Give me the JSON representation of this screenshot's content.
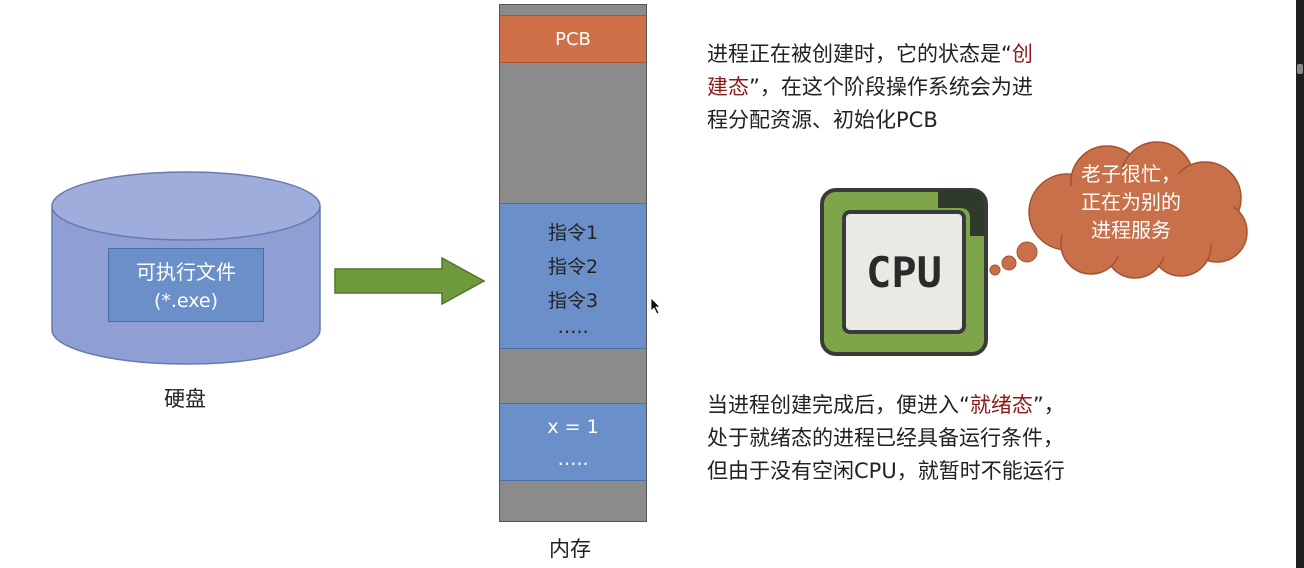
{
  "disk": {
    "file_line1": "可执行文件",
    "file_line2": "(*.exe)",
    "label": "硬盘"
  },
  "memory": {
    "pcb": "PCB",
    "instructions": [
      "指令1",
      "指令2",
      "指令3",
      "….."
    ],
    "data": [
      "x = 1",
      "….."
    ],
    "label": "内存"
  },
  "text1": {
    "line1_pre": "进程正在被创建时，它的状态是“",
    "line1_red": "创",
    "line2_red": "建态",
    "line2_post": "”，在这个阶段操作系统会为进",
    "line3": "程分配资源、初始化PCB"
  },
  "cpu": {
    "label": "CPU",
    "icon": "cpu-icon"
  },
  "cloud": {
    "line1": "老子很忙，",
    "line2": "正在为别的",
    "line3": "进程服务"
  },
  "text2": {
    "line1_pre": "当进程创建完成后，便进入“",
    "line1_red": "就绪态",
    "line1_post": "”，",
    "line2": "处于就绪态的进程已经具备运行条件，",
    "line3": "但由于没有空闲CPU，就暂时不能运行"
  },
  "colors": {
    "blue_block": "#6b8fc9",
    "pcb_orange": "#d07048",
    "memory_gray": "#8b8b8b",
    "arrow_green": "#6f9a3c",
    "cpu_green": "#7fa54a",
    "cloud_orange": "#c8704a",
    "highlight_red": "#8b1c1c"
  }
}
